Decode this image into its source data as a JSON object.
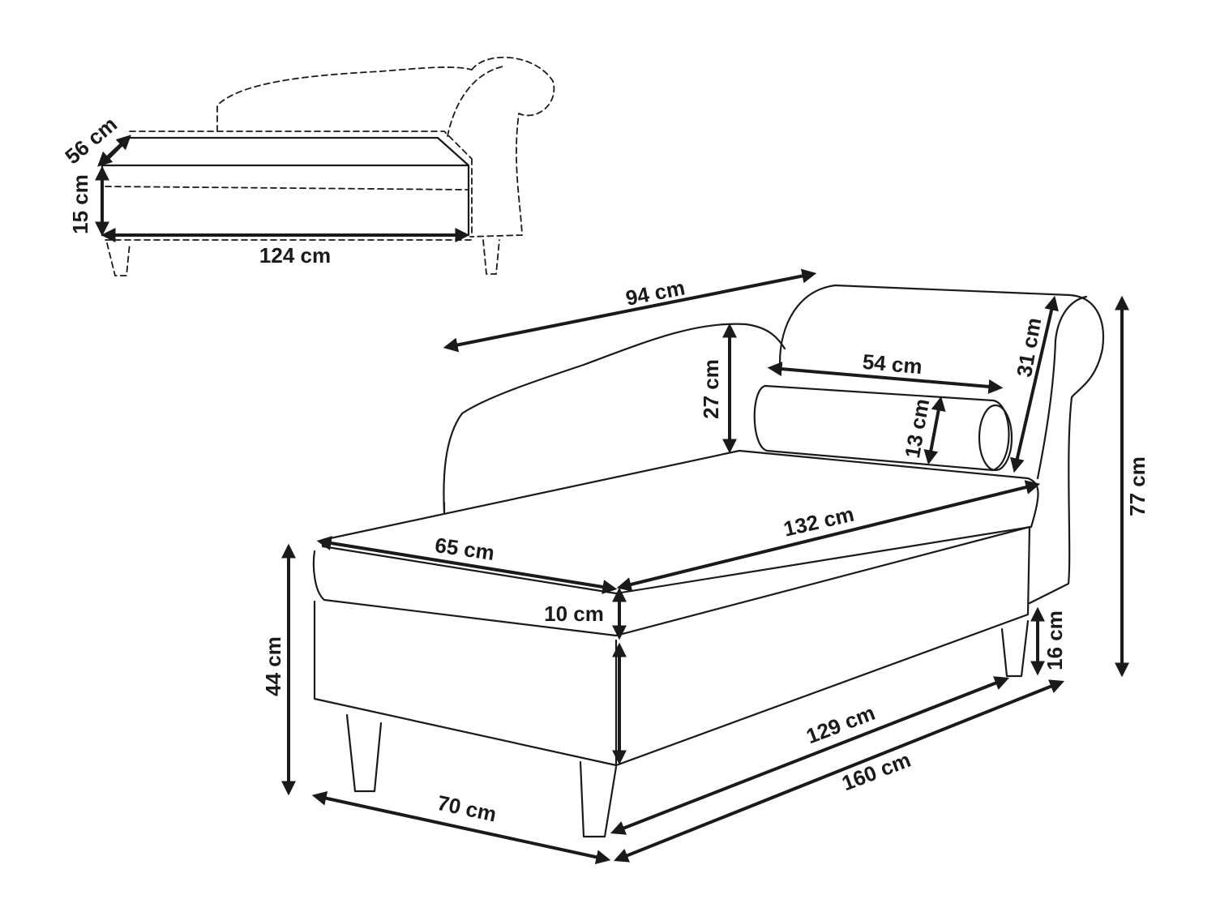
{
  "colors": {
    "line": "#1a1a1a",
    "background": "#ffffff"
  },
  "storage_view": {
    "depth": "56 cm",
    "height": "15 cm",
    "length": "124 cm"
  },
  "main_view": {
    "back_length": "94 cm",
    "backrest_height": "27 cm",
    "pillow_length": "54 cm",
    "pillow_diameter": "13 cm",
    "armrest_height": "31 cm",
    "total_height": "77 cm",
    "seat_length": "132 cm",
    "seat_depth": "65 cm",
    "cushion_thickness": "10 cm",
    "seat_height": "44 cm",
    "leg_height": "16 cm",
    "inner_length": "129 cm",
    "total_length": "160 cm",
    "total_width": "70 cm"
  }
}
